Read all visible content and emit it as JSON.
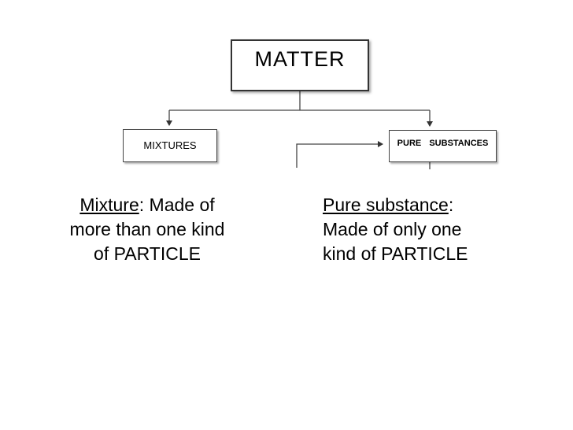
{
  "diagram": {
    "root": {
      "label": "MATTER"
    },
    "left": {
      "label": "MIXTURES",
      "term": "Mixture",
      "line1_rest": ": Made of",
      "line2": "more than one kind",
      "line3": "of PARTICLE"
    },
    "right": {
      "label": "PURE  SUBSTANCES",
      "term": "Pure substance",
      "line1_rest": ":",
      "line2": "Made of only one",
      "line3": "kind of PARTICLE"
    }
  }
}
